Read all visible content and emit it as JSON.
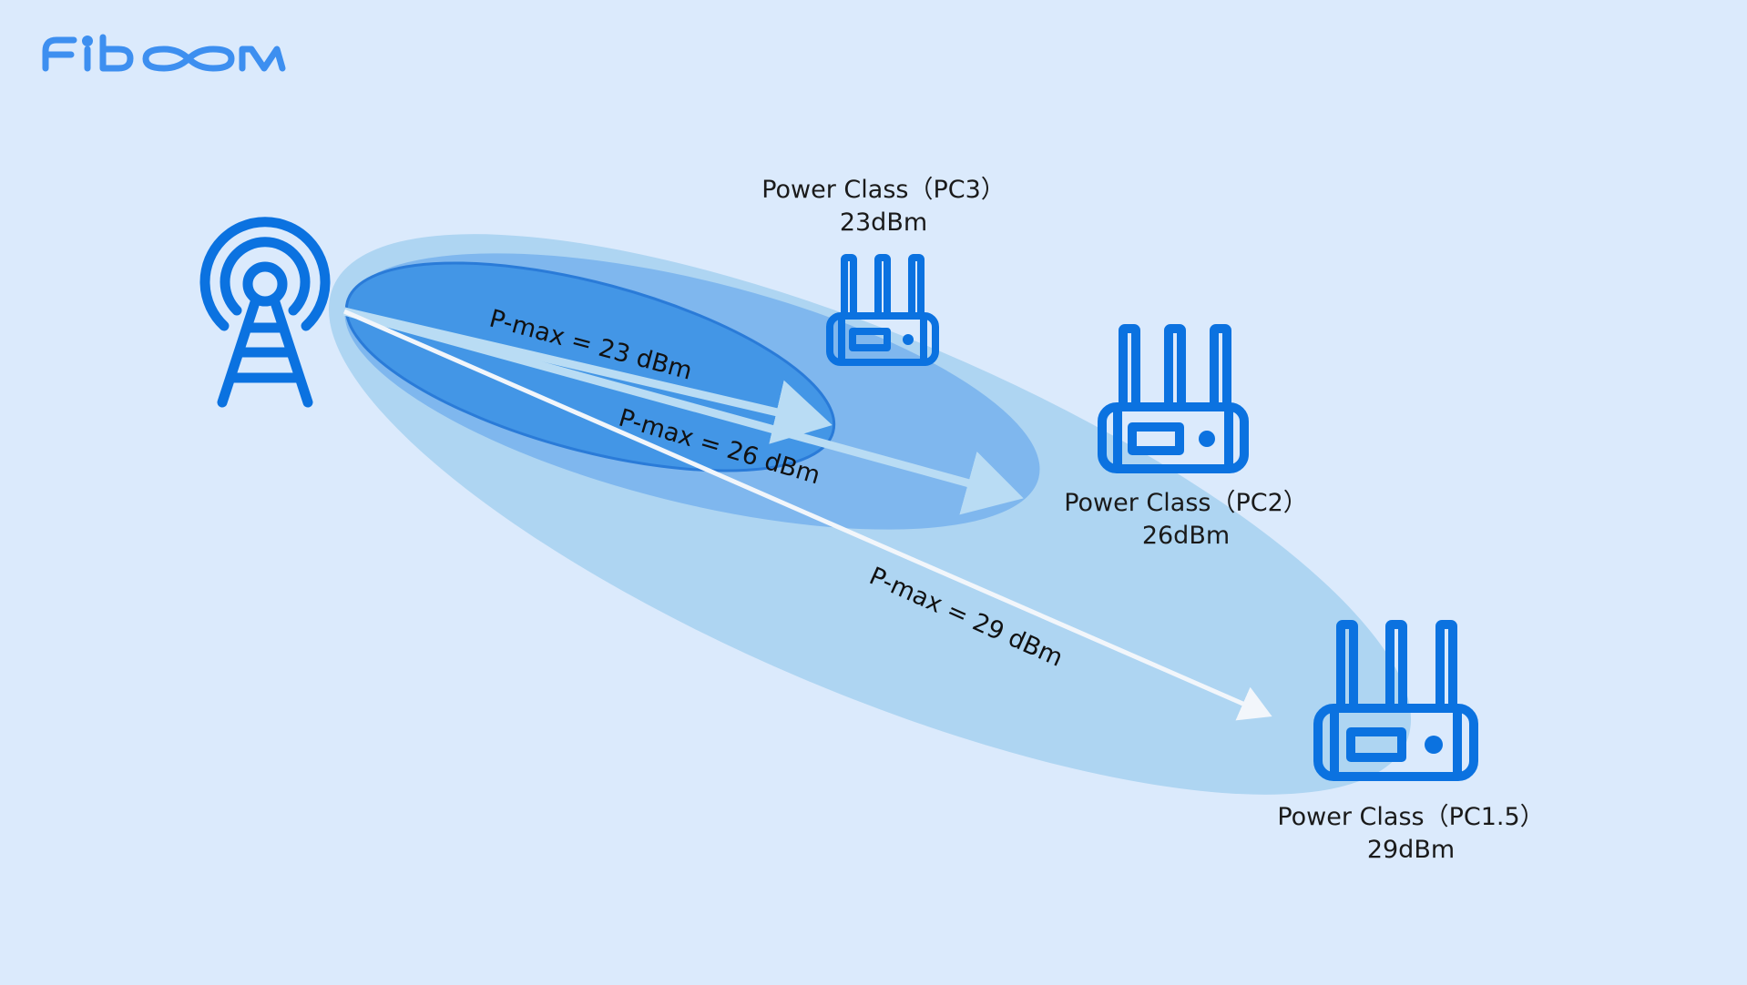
{
  "brand": {
    "logo_text": "Fibocom",
    "color": "#3d8ff0"
  },
  "colors": {
    "background": "#dbeafc",
    "outer_beam": "#aed5f2",
    "middle_beam": "#7fb7ee",
    "inner_beam": "#4396e6",
    "inner_beam_border": "#2a7bd8",
    "icon": "#0b72e0",
    "arrow_light": "#b9dcf4",
    "arrow_white": "#f2f6fb"
  },
  "base_station": {
    "icon": "cell-tower-icon"
  },
  "devices": [
    {
      "name": "Power Class（PC3）",
      "power": "23dBm",
      "icon": "router-icon"
    },
    {
      "name": "Power Class（PC2）",
      "power": "26dBm",
      "icon": "router-icon"
    },
    {
      "name": "Power Class（PC1.5）",
      "power": "29dBm",
      "icon": "router-icon"
    }
  ],
  "beams": [
    {
      "label": "P-max = 23 dBm",
      "p_max_dbm": 23
    },
    {
      "label": "P-max = 26 dBm",
      "p_max_dbm": 26
    },
    {
      "label": "P-max = 29 dBm",
      "p_max_dbm": 29
    }
  ]
}
